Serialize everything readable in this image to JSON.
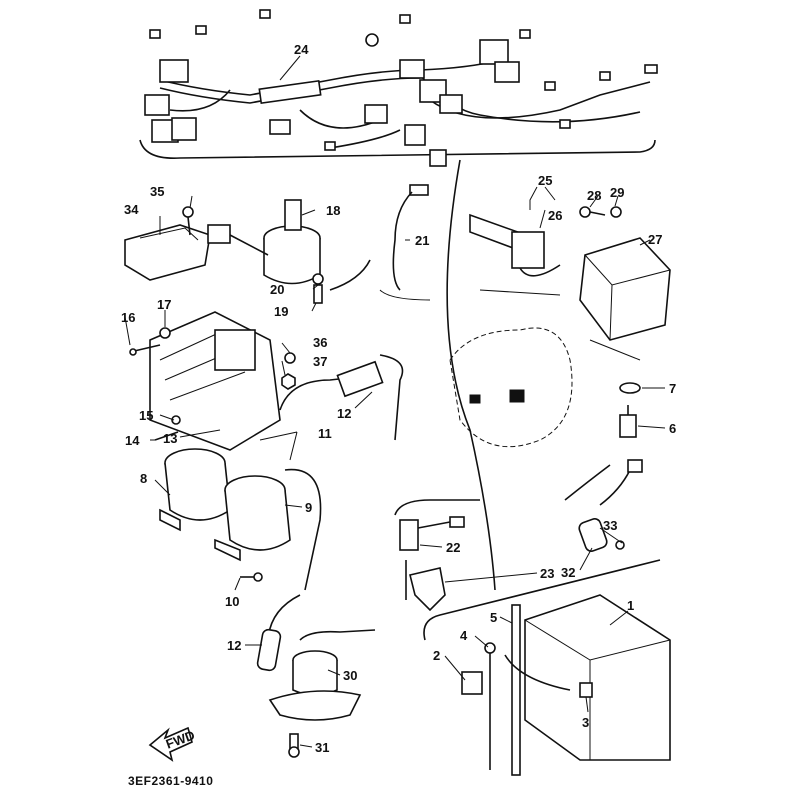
{
  "diagram": {
    "labels": [
      "24",
      "35",
      "34",
      "18",
      "21",
      "25",
      "26",
      "28",
      "29",
      "27",
      "20",
      "19",
      "16",
      "17",
      "36",
      "37",
      "15",
      "14",
      "13",
      "12",
      "11",
      "8",
      "9",
      "7",
      "6",
      "10",
      "22",
      "23",
      "33",
      "32",
      "12",
      "30",
      "31",
      "5",
      "4",
      "2",
      "1",
      "3"
    ],
    "fwd_label": "FWD",
    "drawing_code": "3EF2361-9410",
    "line_color": "#111111",
    "background": "#ffffff"
  }
}
